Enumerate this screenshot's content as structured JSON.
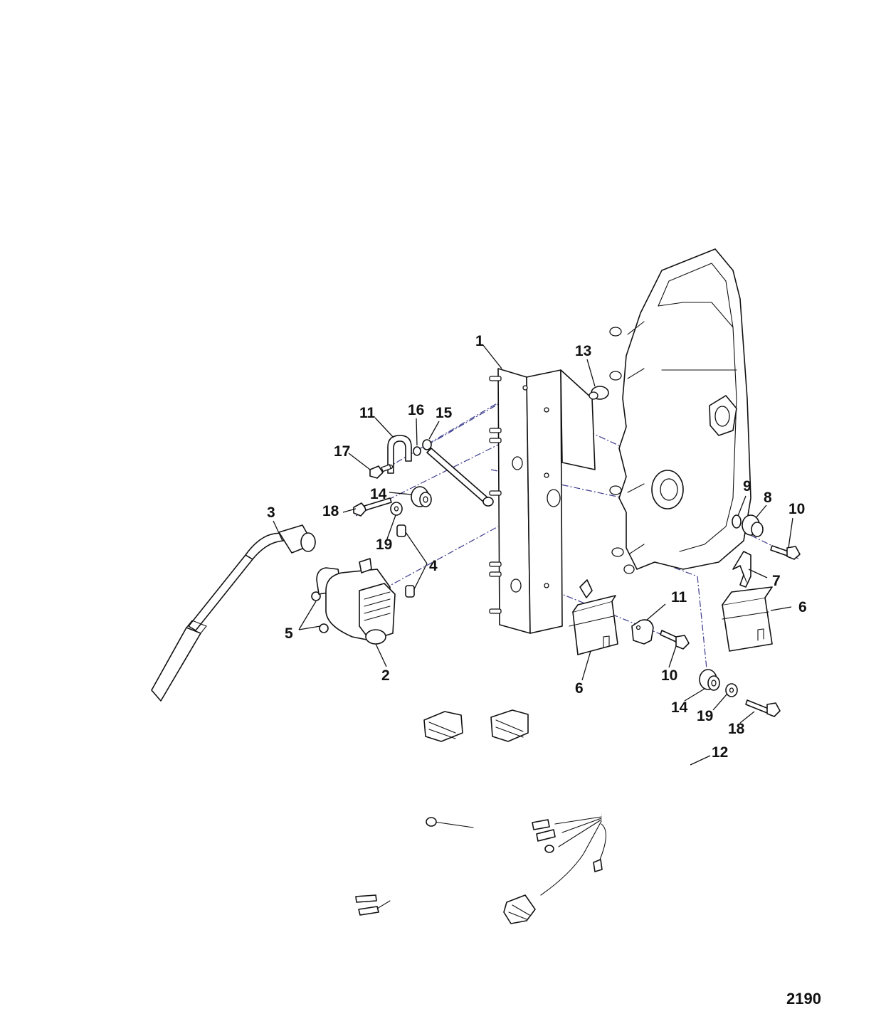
{
  "callouts": {
    "c1": "1",
    "c2": "2",
    "c3": "3",
    "c4": "4",
    "c5": "5",
    "c6a": "6",
    "c6b": "6",
    "c7": "7",
    "c8": "8",
    "c9": "9",
    "c10a": "10",
    "c10b": "10",
    "c11a": "11",
    "c11b": "11",
    "c12": "12",
    "c13": "13",
    "c14a": "14",
    "c14b": "14",
    "c15": "15",
    "c16": "16",
    "c17": "17",
    "c18a": "18",
    "c18b": "18",
    "c19a": "19",
    "c19b": "19"
  },
  "figure_number": "2190",
  "colors": {
    "line": "#111111",
    "centerline": "#3a3a8c",
    "background": "#ffffff"
  }
}
